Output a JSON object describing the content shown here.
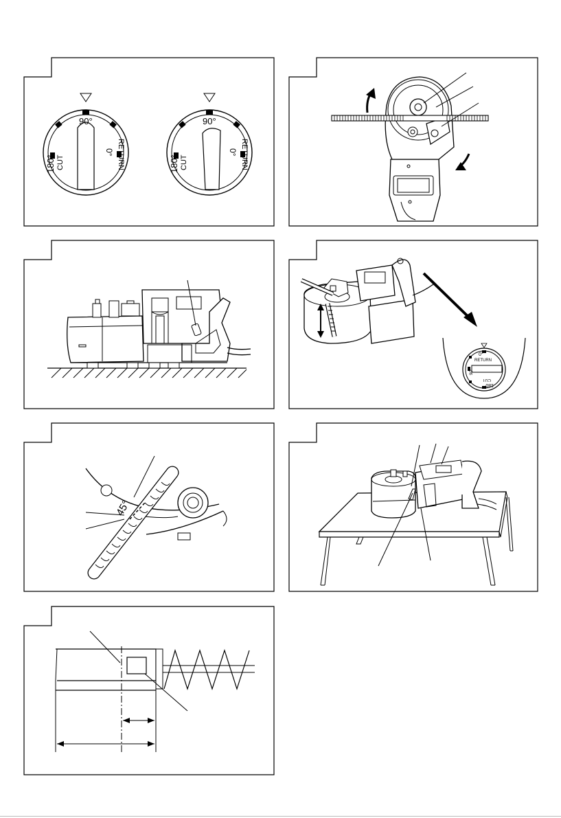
{
  "dial": {
    "top_label": "90°",
    "left_label": "180°",
    "left_sub": "CUT",
    "right_label": "0°",
    "right_sub": "RETURN"
  },
  "small_dial": {
    "top_label": "0°",
    "top_sub": "RETURN",
    "side_mark": "90°",
    "bottom_label": "180°",
    "bottom_sub": "CUT"
  },
  "angle_panel": {
    "angle": "45°"
  }
}
